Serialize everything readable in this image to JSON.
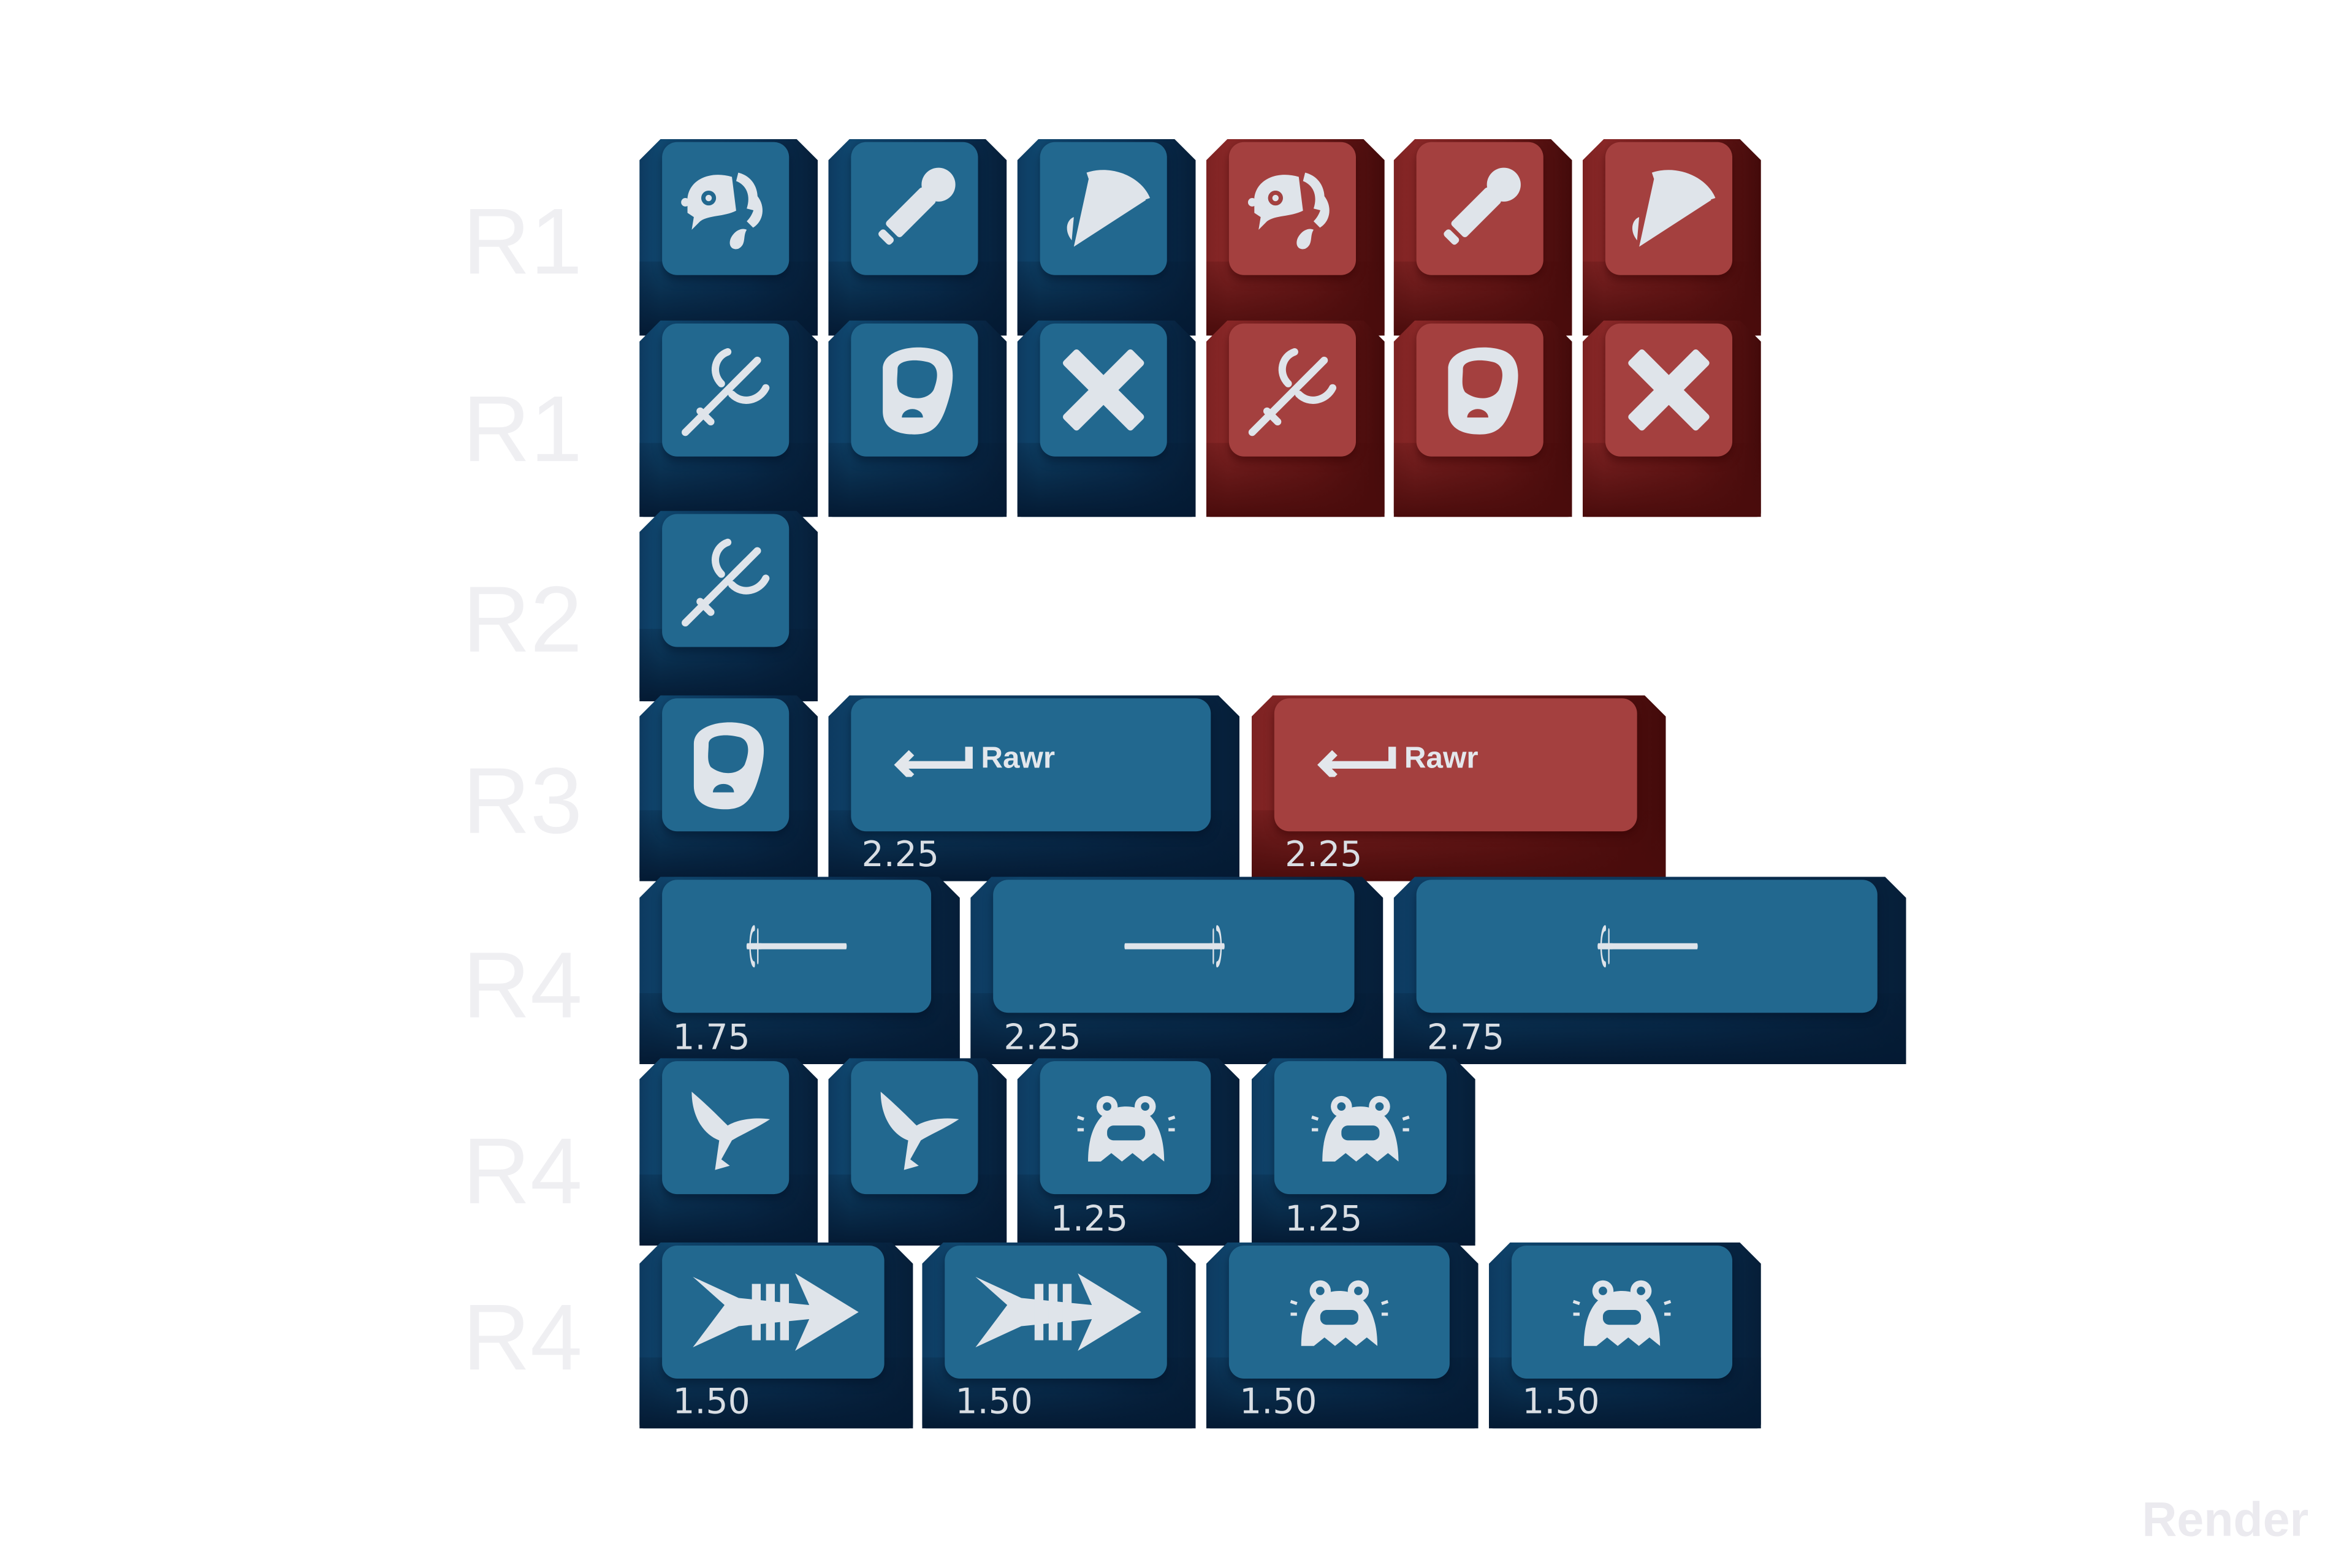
{
  "row_labels": [
    "R1",
    "R1",
    "R2",
    "R3",
    "R4",
    "R4",
    "R4"
  ],
  "watermark": "Render",
  "colors": {
    "blue_top": "#22688f",
    "blue_side": "#0b355a",
    "red_top": "#a4403f",
    "red_side": "#6e1a1a",
    "legend": "#dfe4ea"
  },
  "keys": {
    "enter_blue": {
      "legend": "Rawr",
      "icon": "return-arrow-icon",
      "size": "2.25"
    },
    "enter_red": {
      "legend": "Rawr",
      "icon": "return-arrow-icon",
      "size": "2.25"
    },
    "space_175": {
      "icon": "trident-spear-icon",
      "size": "1.75"
    },
    "space_225": {
      "icon": "trident-spear-icon",
      "size": "2.25"
    },
    "space_275": {
      "icon": "trident-spear-icon",
      "size": "2.75"
    },
    "monster_125a": {
      "icon": "monster-icon",
      "size": "1.25"
    },
    "monster_125b": {
      "icon": "monster-icon",
      "size": "1.25"
    },
    "fish_150a": {
      "icon": "fish-skeleton-icon",
      "size": "1.50"
    },
    "fish_150b": {
      "icon": "fish-skeleton-icon",
      "size": "1.50"
    },
    "monster_150a": {
      "icon": "monster-icon",
      "size": "1.50"
    },
    "monster_150b": {
      "icon": "monster-icon",
      "size": "1.50"
    }
  }
}
